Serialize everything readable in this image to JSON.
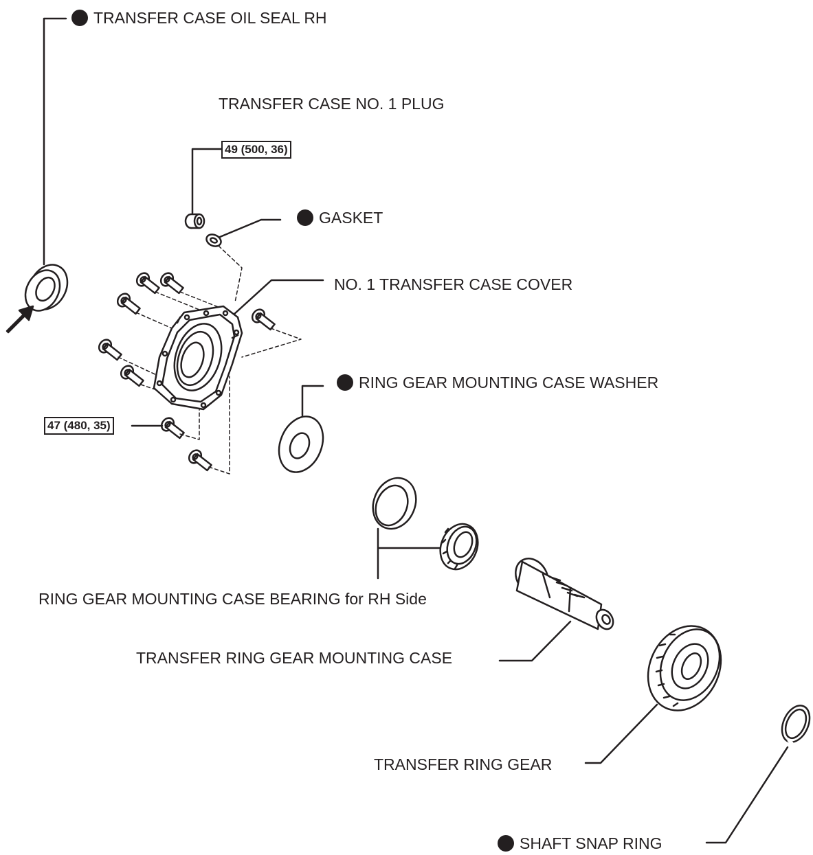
{
  "labels": {
    "oil_seal": "TRANSFER CASE OIL SEAL RH",
    "plug": "TRANSFER CASE NO. 1 PLUG",
    "gasket": "GASKET",
    "cover": "NO. 1 TRANSFER CASE COVER",
    "washer": "RING GEAR MOUNTING CASE WASHER",
    "bearing": "RING GEAR MOUNTING CASE BEARING",
    "bearing_note": "for RH Side",
    "mounting_case": "TRANSFER RING GEAR MOUNTING CASE",
    "ring_gear": "TRANSFER RING GEAR",
    "snap_ring": "SHAFT SNAP RING"
  },
  "torque": {
    "plug": "49 (500, 36)",
    "bolts": "47 (480, 35)"
  },
  "colors": {
    "ink": "#231f20"
  }
}
